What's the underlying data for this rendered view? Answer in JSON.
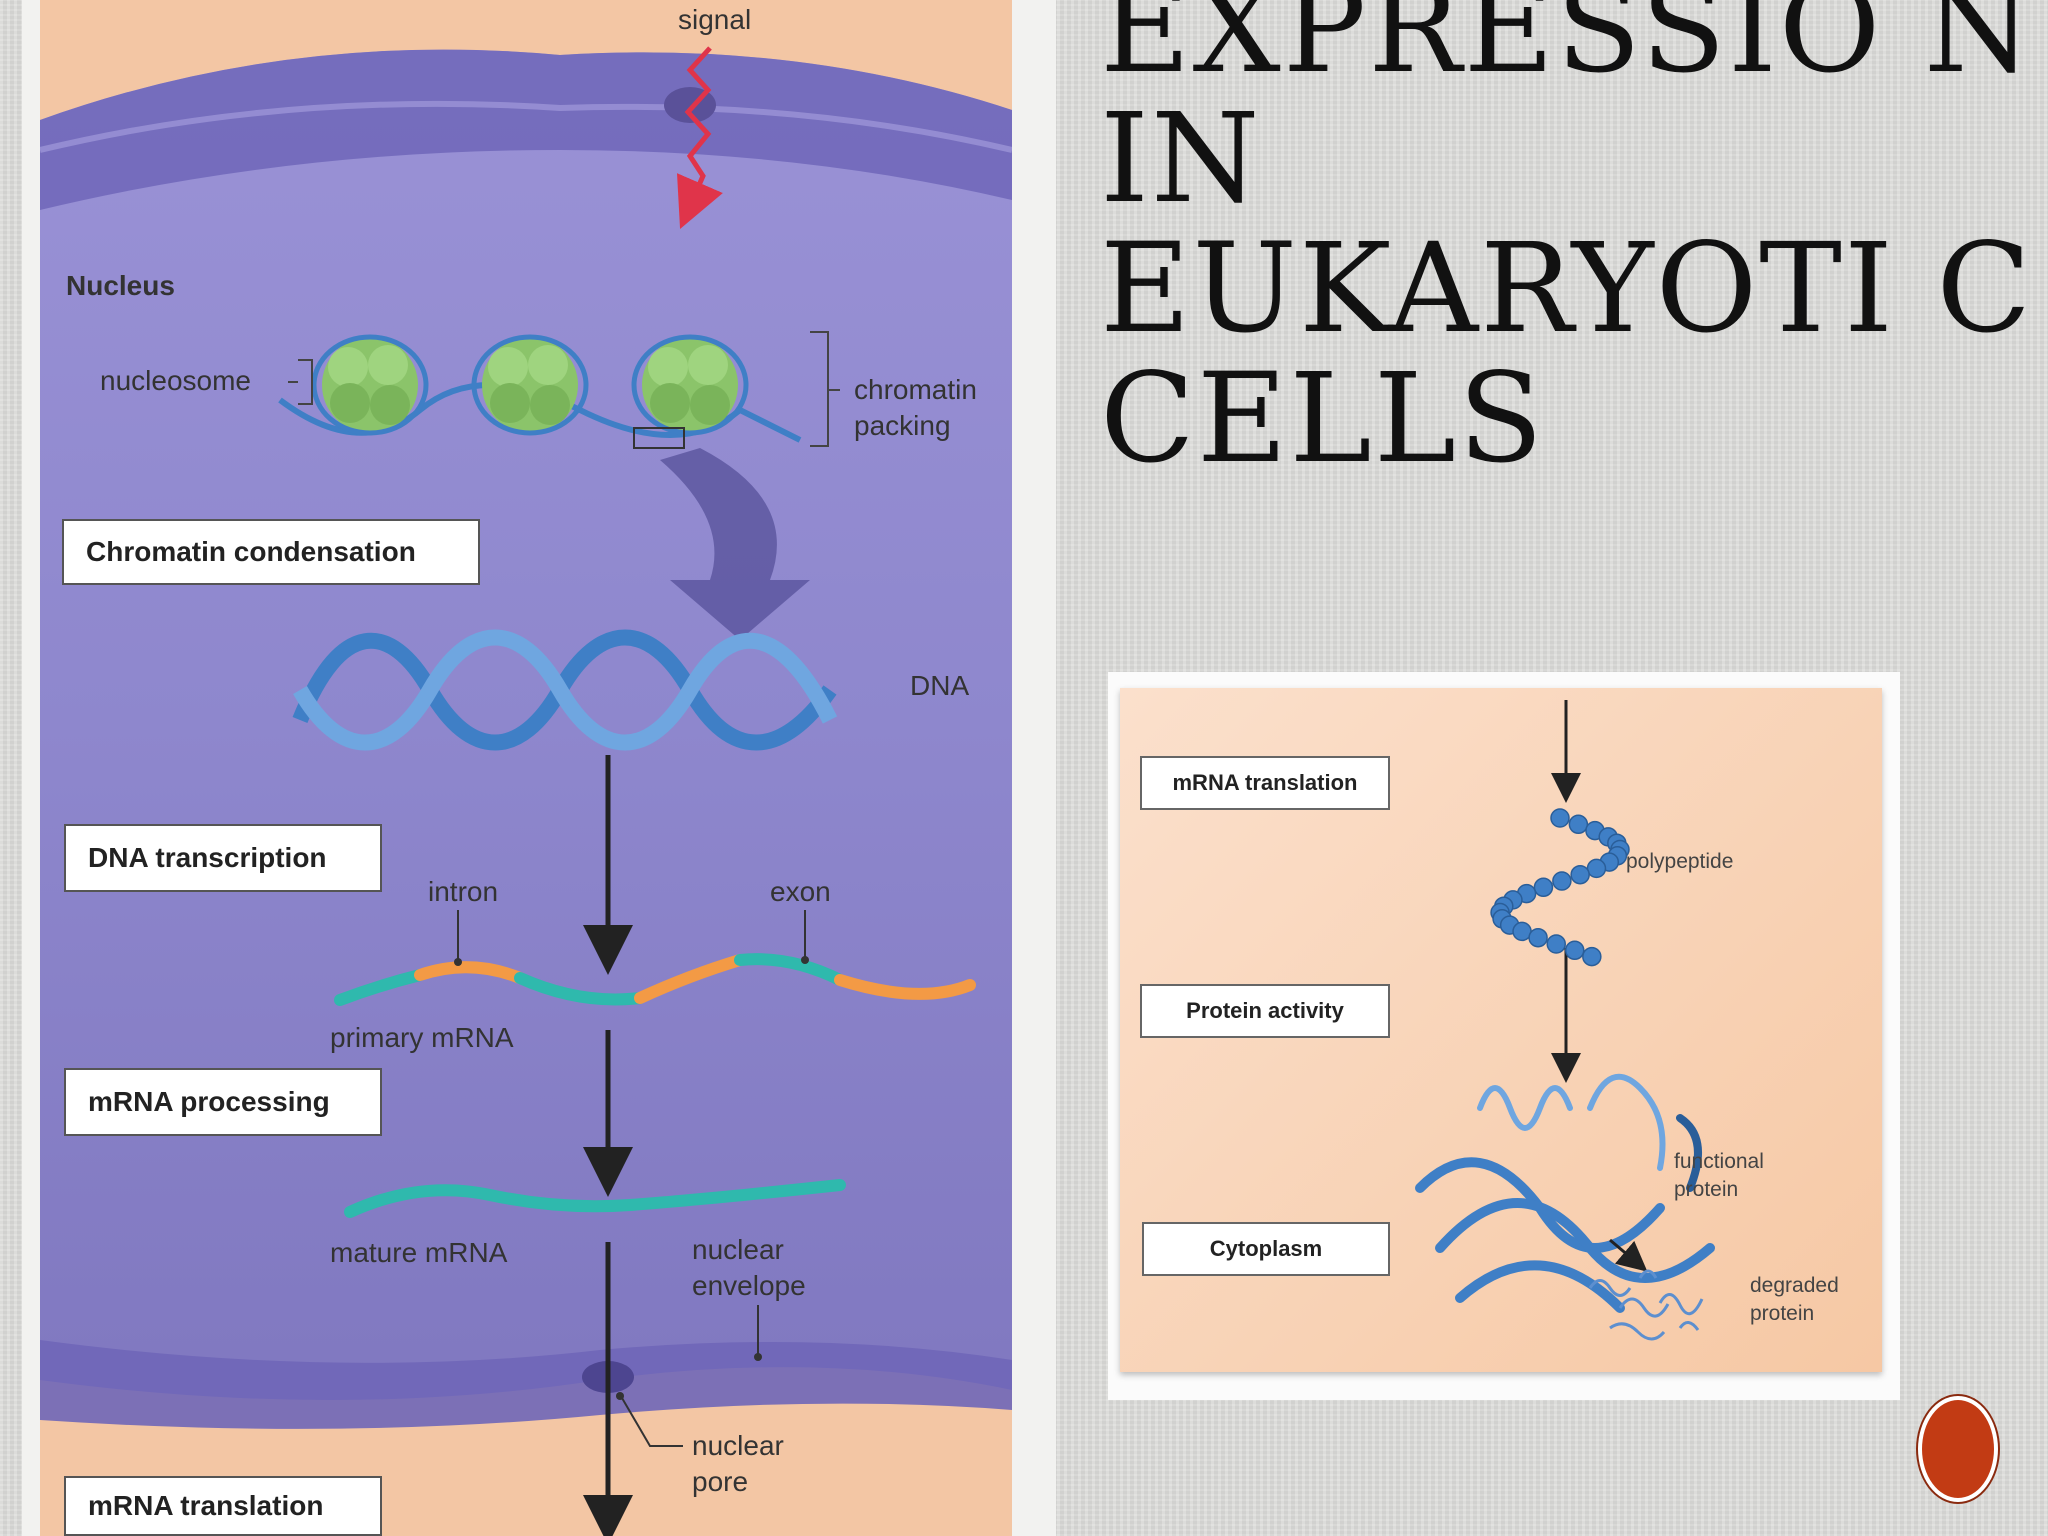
{
  "slide": {
    "title": "EXPRESSIO N IN EUKARYOTI C CELLS"
  },
  "left_diagram": {
    "signal": "signal",
    "nucleus": "Nucleus",
    "nucleosome": "nucleosome",
    "chromatin_packing": "chromatin\npacking",
    "dna": "DNA",
    "intron": "intron",
    "exon": "exon",
    "primary_mrna": "primary mRNA",
    "mature_mrna": "mature mRNA",
    "nuclear_envelope": "nuclear\nenvelope",
    "nuclear_pore": "nuclear\npore",
    "boxes": {
      "chromatin_condensation": "Chromatin condensation",
      "dna_transcription": "DNA transcription",
      "mrna_processing": "mRNA processing",
      "mrna_translation": "mRNA translation"
    }
  },
  "right_diagram": {
    "polypeptide": "polypeptide",
    "functional_protein": "functional\nprotein",
    "degraded_protein": "degraded\nprotein",
    "boxes": {
      "mrna_translation": "mRNA translation",
      "protein_activity": "Protein activity",
      "cytoplasm": "Cytoplasm"
    }
  },
  "colors": {
    "nucleus": "#8c85c8",
    "membrane": "#6f66b8",
    "cytoplasm": "#f3c6a4",
    "dna": "#3f7fc6",
    "mrna_exon": "#2fb9ad",
    "mrna_intron": "#f39a45",
    "histone": "#8bc46a",
    "signal": "#e0344a",
    "next_button": "#c23b14"
  }
}
